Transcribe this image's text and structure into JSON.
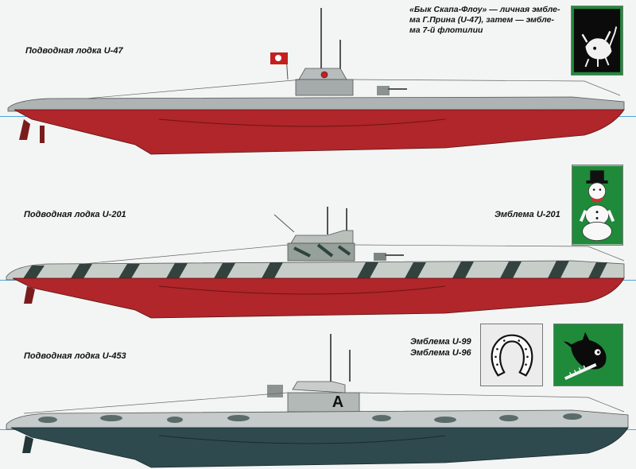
{
  "boats": [
    {
      "label": "Подводная лодка U-47"
    },
    {
      "label": "Подводная лодка U-201"
    },
    {
      "label": "Подводная лодка U-453"
    }
  ],
  "captions": {
    "u47_emblem_line1": "«Бык Скапа-Флоу» — личная эмбле-",
    "u47_emblem_line2": "ма Г.Прина (U-47), затем — эмбле-",
    "u47_emblem_line3": "ма 7-й флотилии",
    "u201_emblem": "Эмблема U-201",
    "u99_emblem": "Эмблема U-99",
    "u96_emblem": "Эмблема U-96"
  },
  "colors": {
    "hull_red": "#b0262a",
    "hull_dark": "#2f4a4e",
    "deck_grey": "#a8aeae",
    "emblem_green": "#1f8a3a",
    "water_line": "#4aa7d8"
  },
  "icons": [
    "bull-emblem-icon",
    "snowman-emblem-icon",
    "horseshoe-emblem-icon",
    "sawfish-emblem-icon",
    "ensign-flag-icon"
  ]
}
